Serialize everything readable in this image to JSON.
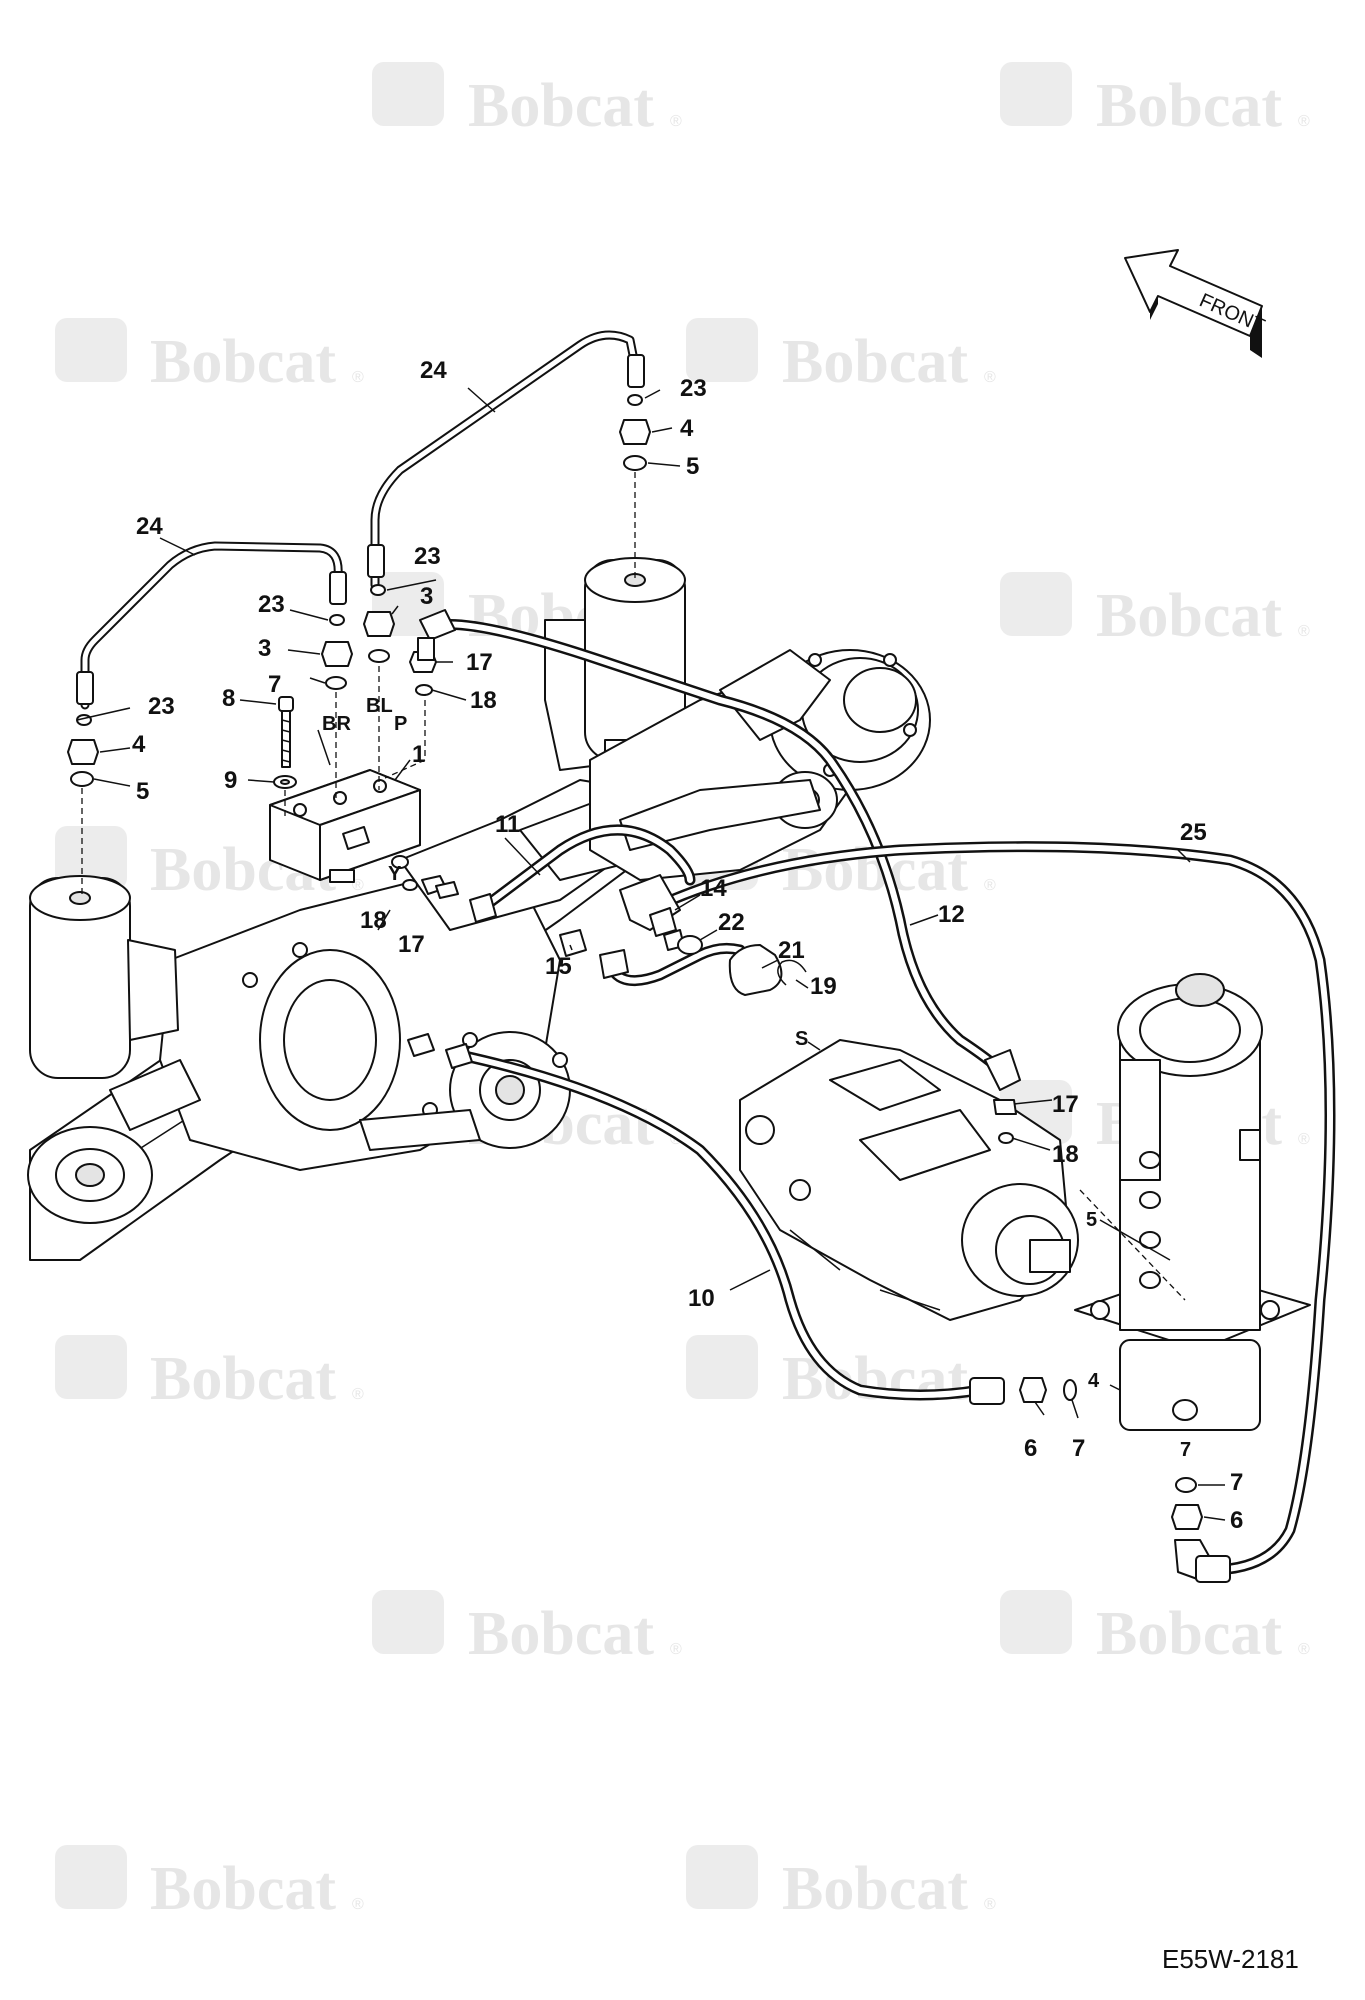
{
  "figure_id": "E55W-2181",
  "direction_label": "FRONT",
  "watermark_text": "Bobcat",
  "watermark_mark": "®",
  "port_labels": {
    "br": "BR",
    "bl": "BL",
    "p": "P",
    "y": "Y",
    "s": "S"
  },
  "callouts": {
    "c1": "1",
    "c3a": "3",
    "c3b": "3",
    "c4a": "4",
    "c4b": "4",
    "c4c": "4",
    "c5a": "5",
    "c5b": "5",
    "c5c": "5",
    "c6a": "6",
    "c6b": "6",
    "c7a": "7",
    "c7b": "7",
    "c7c": "7",
    "c7d": "7",
    "c8": "8",
    "c9": "9",
    "c10": "10",
    "c11": "11",
    "c12": "12",
    "c14": "14",
    "c15": "15",
    "c17a": "17",
    "c17b": "17",
    "c17c": "17",
    "c18a": "18",
    "c18b": "18",
    "c18c": "18",
    "c19": "19",
    "c21": "21",
    "c22": "22",
    "c23a": "23",
    "c23b": "23",
    "c23c": "23",
    "c23d": "23",
    "c24a": "24",
    "c24b": "24",
    "c25": "25"
  }
}
